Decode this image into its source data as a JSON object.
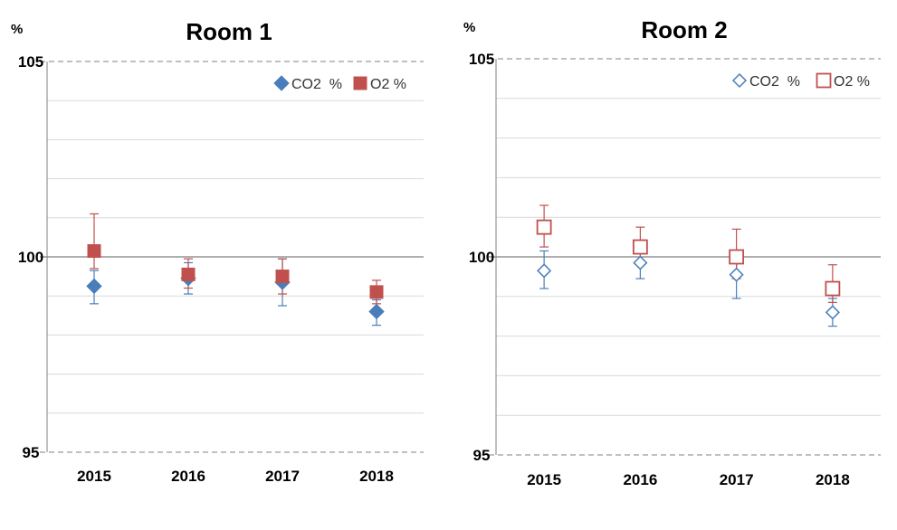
{
  "colors": {
    "co2": "#4a7ebb",
    "o2": "#c0504d",
    "gridline": "#d9d9d9",
    "axis": "#808080",
    "refline": "#7f7f7f"
  },
  "chart_data": [
    {
      "type": "scatter",
      "title": "Room 1",
      "ylabel": "%",
      "xlabel": "",
      "ylim": [
        95,
        105
      ],
      "yticks": [
        95,
        100,
        105
      ],
      "grid": true,
      "legend_position": "top-right",
      "categories": [
        "2015",
        "2016",
        "2017",
        "2018"
      ],
      "series": [
        {
          "name": "CO2  %",
          "marker": "filled-diamond",
          "color": "#4a7ebb",
          "values": [
            99.25,
            99.45,
            99.35,
            98.6
          ],
          "error_low": [
            98.8,
            99.05,
            98.75,
            98.25
          ],
          "error_high": [
            99.65,
            99.85,
            99.95,
            98.9
          ]
        },
        {
          "name": "O2 %",
          "marker": "filled-square",
          "color": "#c0504d",
          "values": [
            100.15,
            99.55,
            99.5,
            99.1
          ],
          "error_low": [
            99.7,
            99.2,
            99.05,
            98.8
          ],
          "error_high": [
            101.1,
            99.95,
            99.95,
            99.4
          ]
        }
      ]
    },
    {
      "type": "scatter",
      "title": "Room 2",
      "ylabel": "%",
      "xlabel": "",
      "ylim": [
        95,
        105
      ],
      "yticks": [
        95,
        100,
        105
      ],
      "grid": true,
      "legend_position": "top-right",
      "categories": [
        "2015",
        "2016",
        "2017",
        "2018"
      ],
      "series": [
        {
          "name": "CO2  %",
          "marker": "hollow-diamond",
          "color": "#4a7ebb",
          "values": [
            99.65,
            99.85,
            99.55,
            98.6
          ],
          "error_low": [
            99.2,
            99.45,
            98.95,
            98.25
          ],
          "error_high": [
            100.15,
            100.25,
            100.15,
            98.95
          ]
        },
        {
          "name": "O2 %",
          "marker": "hollow-square",
          "color": "#c0504d",
          "values": [
            100.75,
            100.25,
            100.0,
            99.2
          ],
          "error_low": [
            100.25,
            99.85,
            99.45,
            98.85
          ],
          "error_high": [
            101.3,
            100.75,
            100.7,
            99.8
          ]
        }
      ]
    }
  ]
}
